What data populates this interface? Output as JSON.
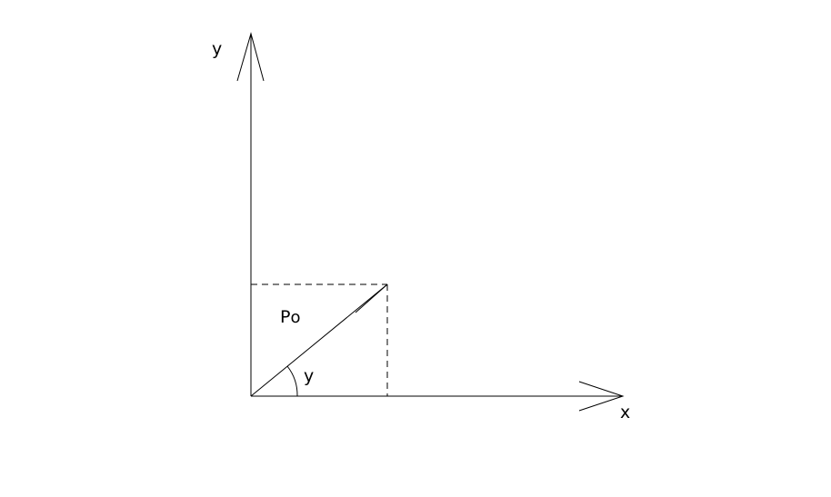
{
  "labels": {
    "y_axis": "y",
    "x_axis": "x",
    "vector_main": "P",
    "vector_sub": "o",
    "angle": "y"
  },
  "colors": {
    "stroke": "#000000",
    "background": "#ffffff"
  }
}
